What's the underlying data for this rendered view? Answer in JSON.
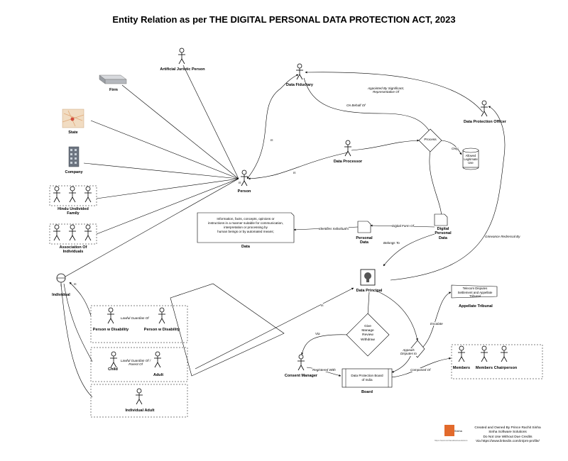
{
  "title": "Entity Relation as per THE DIGITAL PERSONAL DATA PROTECTION ACT, 2023",
  "entities": {
    "artificial_juristic_person": "Artificial Juristic Person",
    "firm": "Firm",
    "state": "State",
    "company": "Company",
    "hindu_undivided_family": "Hindu Undivided\nFamily",
    "association_of_individuals": "Association Of\nIndividuals",
    "individual": "Individual",
    "person": "Person",
    "data_fiduciary": "Data Fiduciary",
    "data_processor": "Data Processor",
    "process": "Process",
    "allowed_legitimate_use": "Allowed\nLegitimate\nUse",
    "data_protection_officer": "Data Protection Officer",
    "digital_personal_data": "Digital\nPersonal\nData",
    "personal_data": "Personal\nData",
    "data": "Data",
    "data_definition": "Information, facts, concepts, opinions or\ninstructions in a manner suitable for communication,\ninterpretation or processing by\nhuman beings or by automated means;",
    "data_principal": "Data Principal",
    "telecom_tribunal": "Telecom Disputes\nSettlement and Appellate\nTribunal",
    "appellate_tribunal": "Appellate Tribunal",
    "give_manage": "Give\nManage\nReview\nWithdraw",
    "consent_manager": "Consent Manager",
    "board_full": "Data Protection Board\nof India",
    "board": "Board",
    "members_1": "Members",
    "members_2": "Members",
    "chairperson": "Chairperson",
    "person_disability_1": "Person w Disability",
    "person_disability_2": "Person w Disability",
    "child": "Child",
    "adult": "Adult",
    "individual_adult": "Individual Adult"
  },
  "relations": {
    "is_a": "Is",
    "is_b": "Is",
    "is_c": "Is",
    "is_d": "Is",
    "is_e": "Is",
    "appointed_by": "Appointed By Significant,\nRepresentative Of",
    "on_behalf_of": "On Behalf Of",
    "only": "Only",
    "identifies_individuals": "Identifies Individual's",
    "digital_form_of": "Digital Form Of",
    "belongs_to": "Belongs To",
    "grievance_redressal_by": "Grievance Redressal By",
    "lawful_guardian_of": "Lawful Guardian Of",
    "lawful_guardian_parent": "Lawful Guardian Of /\nParent Of",
    "via": "Via",
    "escalate": "Escalate",
    "appeals_disputes_to": "Appeals\nDisputes to",
    "registered_with": "Registered With",
    "composed_of": "Composed Of"
  },
  "credits": {
    "line1": "Created and Owned By Prince Rachit Sinha",
    "line2": "Sinha Software Solutions",
    "line3": "Do Not Use Without Due Credits",
    "line4": "Via https://www.linkedin.com/in/prs-profile/",
    "logo_text": "Sinha",
    "logo_url": "https://www.sinhasoftwaresolutions"
  }
}
